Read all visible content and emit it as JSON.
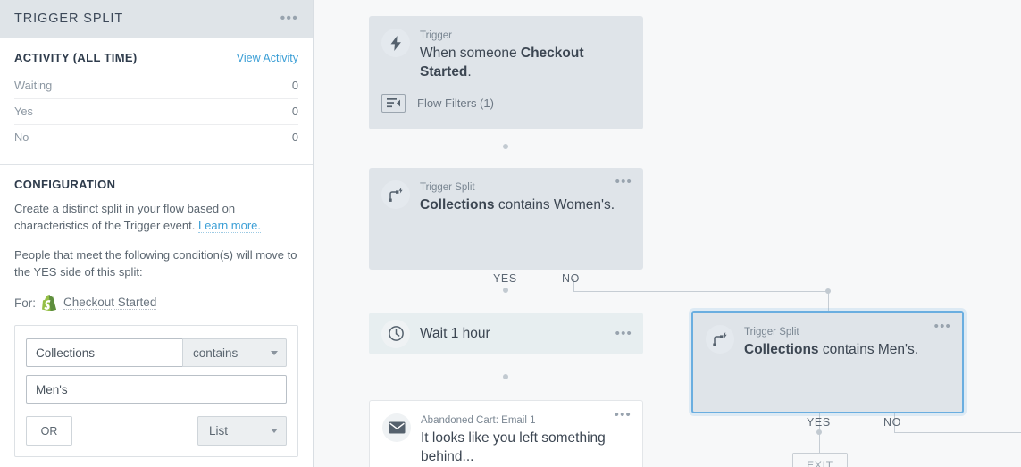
{
  "sidebar": {
    "header": {
      "title": "TRIGGER SPLIT",
      "menu_icon": "ellipsis-icon"
    },
    "activity": {
      "title": "ACTIVITY (ALL TIME)",
      "view_link": "View Activity",
      "rows": [
        {
          "label": "Waiting",
          "value": "0"
        },
        {
          "label": "Yes",
          "value": "0"
        },
        {
          "label": "No",
          "value": "0"
        }
      ]
    },
    "configuration": {
      "title": "CONFIGURATION",
      "desc_part1": "Create a distinct split in your flow based on characteristics of the Trigger event. ",
      "learn_more": "Learn more.",
      "desc_part2": "People that meet the following condition(s) will move to the YES side of this split:",
      "for_label": "For:",
      "for_value": "Checkout Started",
      "for_icon": "shopify-icon",
      "condition": {
        "field_value": "Collections",
        "operator_value": "contains",
        "value_value": "Men's",
        "or_button": "OR",
        "list_select": "List"
      }
    }
  },
  "canvas": {
    "nodes": {
      "trigger": {
        "label": "Trigger",
        "title_pre": "When someone ",
        "title_bold": "Checkout Started",
        "title_post": ".",
        "icon": "lightning-bolt-icon",
        "flow_filters": "Flow Filters (1)",
        "flow_filters_icon": "filter-icon"
      },
      "split1": {
        "label": "Trigger Split",
        "title_bold": "Collections",
        "title_rest": " contains Women's.",
        "icon": "trigger-split-icon",
        "menu_icon": "ellipsis-icon"
      },
      "wait": {
        "title": "Wait 1 hour",
        "icon": "clock-icon",
        "menu_icon": "ellipsis-icon"
      },
      "email": {
        "label": "Abandoned Cart: Email 1",
        "title": "It looks like you left something behind...",
        "icon": "envelope-icon",
        "menu_icon": "ellipsis-icon"
      },
      "split2": {
        "label": "Trigger Split",
        "title_bold": "Collections",
        "title_rest": " contains Men's.",
        "icon": "trigger-split-icon",
        "menu_icon": "ellipsis-icon"
      }
    },
    "branch_labels": {
      "split1_yes": "YES",
      "split1_no": "NO",
      "split2_yes": "YES",
      "split2_no": "NO"
    },
    "exit_label": "EXIT"
  },
  "colors": {
    "accent_blue": "#3c9fd6",
    "selected_border": "#6aaee0",
    "node_gray": "#dfe4e9",
    "wait_node": "#e7eef0",
    "canvas_bg": "#f7f8f9"
  }
}
